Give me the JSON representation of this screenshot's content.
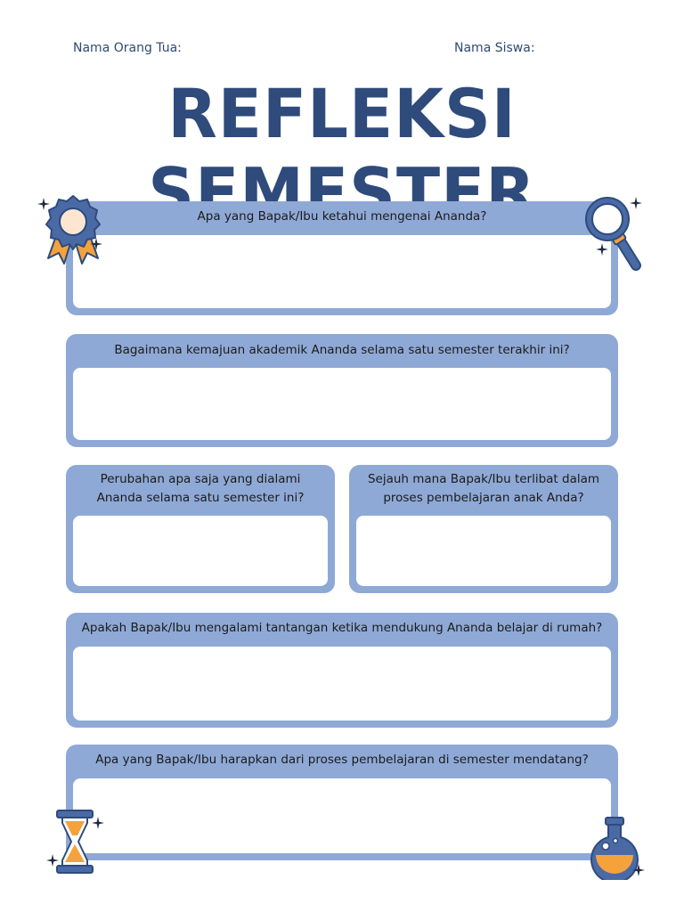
{
  "header": {
    "parent_label": "Nama Orang Tua:",
    "student_label": "Nama Siswa:",
    "title": "REFLEKSI SEMESTER"
  },
  "questions": [
    {
      "text": "Apa yang Bapak/Ibu ketahui mengenai Ananda?"
    },
    {
      "text": "Bagaimana kemajuan akademik Ananda selama satu semester terakhir ini?"
    },
    {
      "line1": "Perubahan apa saja yang dialami",
      "line2": "Ananda selama satu semester ini?"
    },
    {
      "line1": "Sejauh mana Bapak/Ibu terlibat dalam",
      "line2": "proses pembelajaran anak Anda?"
    },
    {
      "text": "Apakah Bapak/Ibu mengalami tantangan ketika mendukung Ananda belajar di rumah?"
    },
    {
      "text": "Apa yang Bapak/Ibu harapkan dari proses pembelajaran di semester mendatang?"
    }
  ],
  "colors": {
    "title": "#2f4b7c",
    "box": "#8fa9d6",
    "accent_orange": "#f5a23c",
    "icon_navy": "#2f4b7c"
  },
  "icons": [
    "award-ribbon-icon",
    "magnifying-glass-icon",
    "hourglass-icon",
    "flask-icon",
    "sparkle-icon"
  ]
}
